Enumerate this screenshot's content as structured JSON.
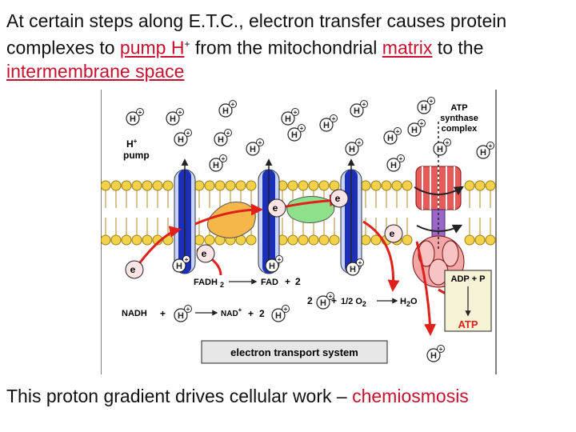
{
  "slide": {
    "title_part1": "At certain steps along E.T.C., electron transfer causes protein complexes to ",
    "title_red1": "pump H",
    "title_sup": "+",
    "title_part2": " from the mitochondrial ",
    "title_red2": "matrix",
    "title_part3": " to the ",
    "title_red3": "intermembrane space",
    "caption_part1": "This proton gradient drives cellular work – ",
    "caption_red": "chemiosmosis"
  },
  "diagram": {
    "proton": "H",
    "proton_charge": "+",
    "electron": "e",
    "electron_charge": "-",
    "pump_label_line1": "H",
    "pump_label_sup": "+",
    "pump_label_line2": "pump",
    "atp_synthase_line1": "ATP",
    "atp_synthase_line2": "synthase",
    "atp_synthase_line3": "complex",
    "fadh2": "FADH",
    "fadh2_sub": "2",
    "fad": "FAD",
    "plus": "+",
    "two": "2",
    "nadh": "NADH",
    "nad": "NAD",
    "nad_sup": "+",
    "half_o2": "1/2 O",
    "o2_sub": "2",
    "h2o_h": "H",
    "h2o_sub": "2",
    "h2o_o": "O",
    "adp_p": "ADP + P",
    "atp": "ATP",
    "system_label": "electron transport system",
    "colors": {
      "membrane_head": "#f3d24b",
      "complex_blue": "#1c2fb8",
      "red_arrow": "#e0201b",
      "ubiquinone": "#f5b74a",
      "cytochrome": "#8ee08a",
      "atp_synthase": "#e85a5a"
    }
  }
}
